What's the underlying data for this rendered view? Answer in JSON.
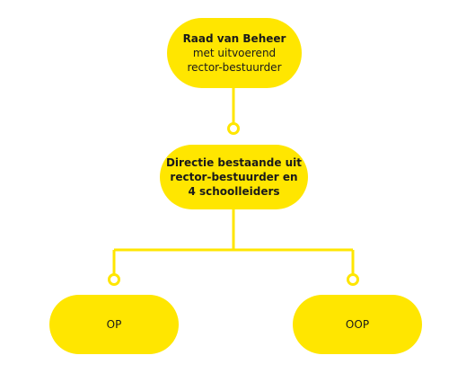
{
  "colors": {
    "node_fill": "#ffe600",
    "connector": "#ffe600",
    "text": "#1a1a1a"
  },
  "nodes": {
    "raad": {
      "line_1": "Raad van Beheer",
      "line_2": "met uitvoerend",
      "line_3": "rector-bestuurder"
    },
    "directie": {
      "line_1": "Directie bestaande uit",
      "line_2": "rector-bestuurder en",
      "line_3": "4 schoolleiders"
    },
    "op": {
      "label": "OP"
    },
    "oop": {
      "label": "OOP"
    }
  }
}
